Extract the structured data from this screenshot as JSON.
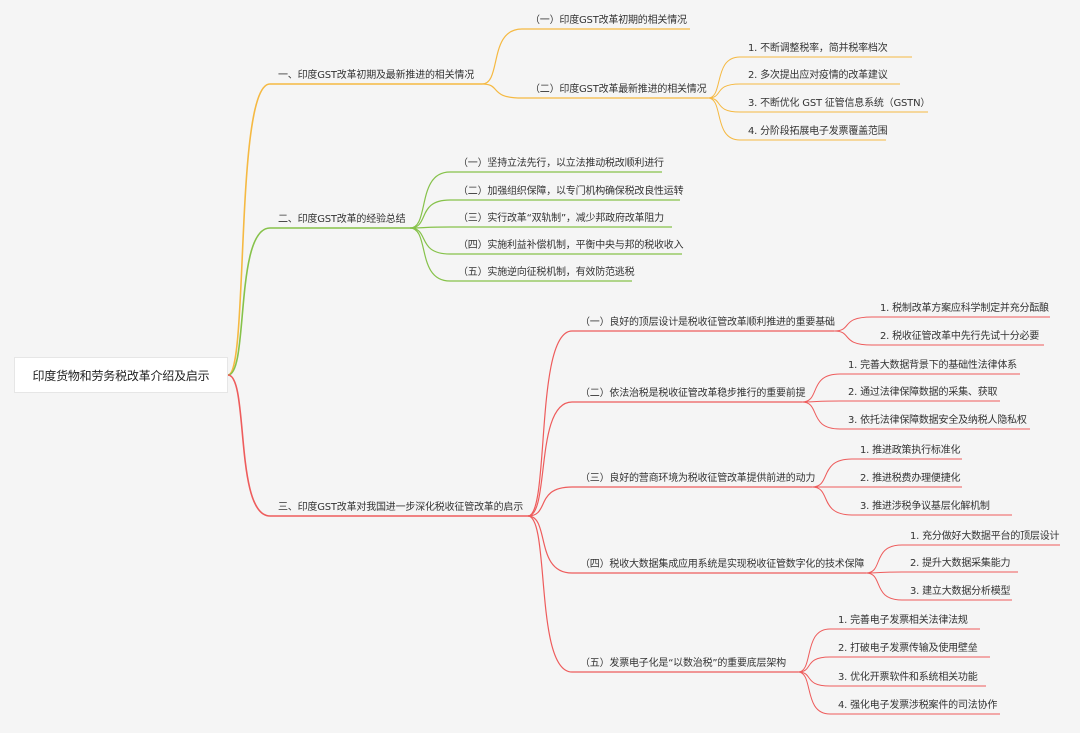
{
  "colors": {
    "branch1": "#f5b942",
    "branch2": "#86c24a",
    "branch3": "#ee5c5c",
    "background": "#f5f5f5"
  },
  "root": "印度货物和劳务税改革介绍及启示",
  "branches": [
    {
      "label": "一、印度GST改革初期及最新推进的相关情况",
      "children": [
        {
          "label": "（一）印度GST改革初期的相关情况",
          "children": []
        },
        {
          "label": "（二）印度GST改革最新推进的相关情况",
          "children": [
            "1. 不断调整税率，简并税率档次",
            "2. 多次提出应对疫情的改革建议",
            "3. 不断优化 GST 征管信息系统（GSTN）",
            "4. 分阶段拓展电子发票覆盖范围"
          ]
        }
      ]
    },
    {
      "label": "二、印度GST改革的经验总结",
      "children": [
        {
          "label": "（一）坚持立法先行，以立法推动税改顺利进行",
          "children": []
        },
        {
          "label": "（二）加强组织保障，以专门机构确保税改良性运转",
          "children": []
        },
        {
          "label": "（三）实行改革“双轨制”，减少邦政府改革阻力",
          "children": []
        },
        {
          "label": "（四）实施利益补偿机制，平衡中央与邦的税收收入",
          "children": []
        },
        {
          "label": "（五）实施逆向征税机制，有效防范逃税",
          "children": []
        }
      ]
    },
    {
      "label": "三、印度GST改革对我国进一步深化税收征管改革的启示",
      "children": [
        {
          "label": "（一）良好的顶层设计是税收征管改革顺利推进的重要基础",
          "children": [
            "1. 税制改革方案应科学制定并充分酝酿",
            "2. 税收征管改革中先行先试十分必要"
          ]
        },
        {
          "label": "（二）依法治税是税收征管改革稳步推行的重要前提",
          "children": [
            "1. 完善大数据背景下的基础性法律体系",
            "2. 通过法律保障数据的采集、获取",
            "3. 依托法律保障数据安全及纳税人隐私权"
          ]
        },
        {
          "label": "（三）良好的营商环境为税收征管改革提供前进的动力",
          "children": [
            "1. 推进政策执行标准化",
            "2. 推进税费办理便捷化",
            "3. 推进涉税争议基层化解机制"
          ]
        },
        {
          "label": "（四）税收大数据集成应用系统是实现税收征管数字化的技术保障",
          "children": [
            "1. 充分做好大数据平台的顶层设计",
            "2. 提升大数据采集能力",
            "3. 建立大数据分析模型"
          ]
        },
        {
          "label": "（五）发票电子化是“以数治税”的重要底层架构",
          "children": [
            "1. 完善电子发票相关法律法规",
            "2. 打破电子发票传输及使用壁垒",
            "3. 优化开票软件和系统相关功能",
            "4. 强化电子发票涉税案件的司法协作"
          ]
        }
      ]
    }
  ]
}
